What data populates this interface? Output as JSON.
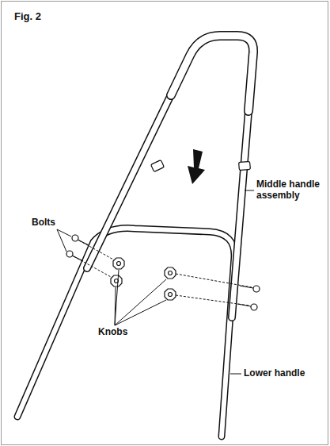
{
  "diagram": {
    "title": "Fig. 2",
    "labels": [
      "Bolts",
      "Knobs",
      "Middle handle assembly",
      "Lower handle"
    ]
  }
}
